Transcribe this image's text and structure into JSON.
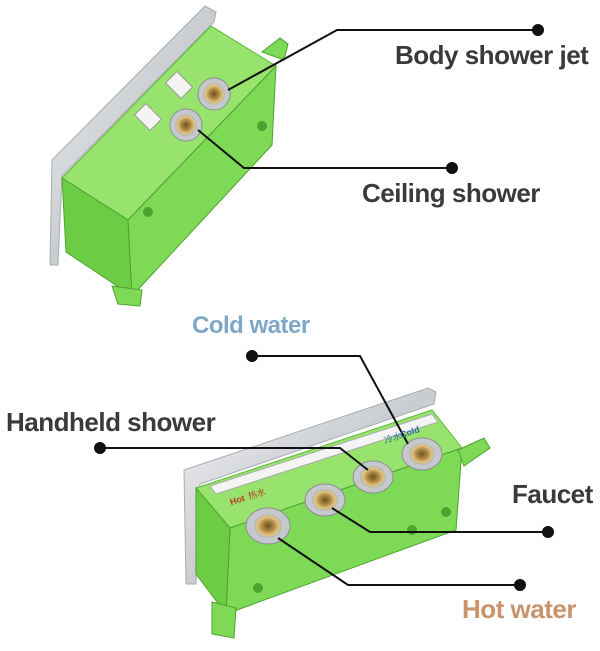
{
  "labels": {
    "body_shower_jet": "Body shower jet",
    "ceiling_shower": "Ceiling shower",
    "cold_water": "Cold water",
    "handheld_shower": "Handheld shower",
    "faucet": "Faucet",
    "hot_water": "Hot water"
  },
  "box_markings": {
    "hot": "Hot",
    "hot_chinese": "热水",
    "cold": "Cold",
    "cold_chinese": "冷水"
  },
  "colors": {
    "label_dark": "#3a3a3a",
    "label_cold": "#7fa8c6",
    "label_hot": "#c9946a",
    "box_green": "#7ed957",
    "box_green_dark": "#5cb73c",
    "plate_silver": "#d8dadc",
    "fitting_brass": "#c4a15c"
  }
}
